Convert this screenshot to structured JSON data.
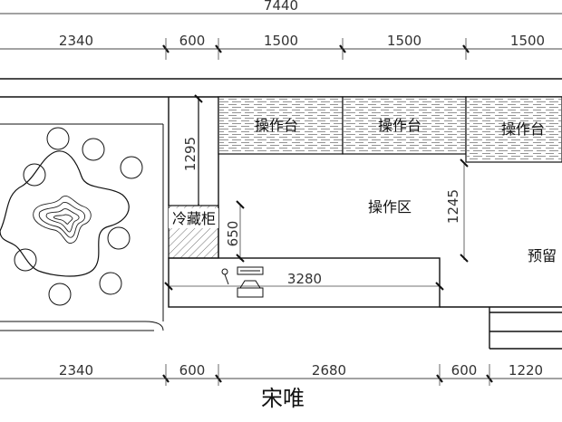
{
  "top_dims": {
    "overall": "7440",
    "d1": "2340",
    "d2": "600",
    "d3": "1500",
    "d4": "1500",
    "d5": "1500"
  },
  "bottom_dims": {
    "d1": "2340",
    "d2": "600",
    "d3": "2680",
    "d4": "600",
    "d5": "1220"
  },
  "internal_dims": {
    "v1295": "1295",
    "v1245": "1245",
    "v650": "650",
    "h3280": "3280"
  },
  "labels": {
    "counter1": "操作台",
    "counter2": "操作台",
    "counter3": "操作台",
    "fridge": "冷藏柜",
    "work_area": "操作区",
    "reserved": "预留",
    "signature": "宋唯"
  },
  "colors": {
    "line": "#111111",
    "dim_line": "#444444",
    "hatch": "#777777"
  }
}
